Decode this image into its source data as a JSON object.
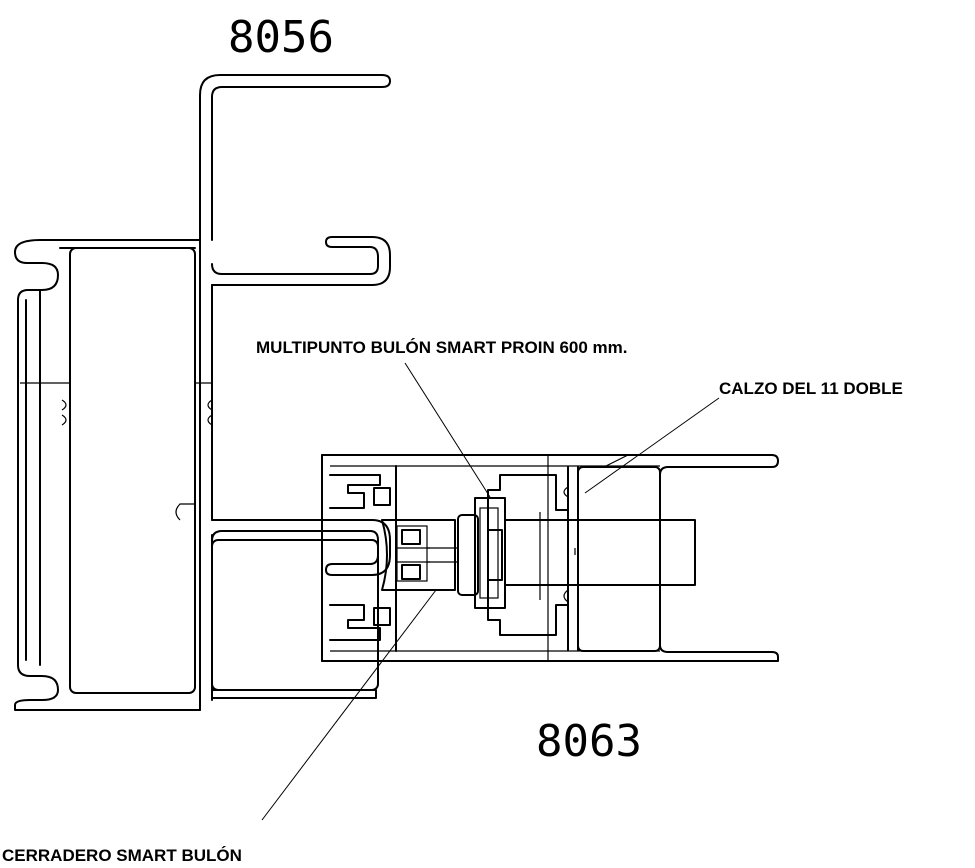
{
  "profiles": {
    "frame_number": "8056",
    "sash_number": "8063"
  },
  "callouts": {
    "multipoint_lock": "MULTIPUNTO BULÓN SMART PROIN 600 mm.",
    "double_shim": "CALZO DEL 11 DOBLE",
    "keeper": "CERRADERO SMART BULÓN"
  }
}
